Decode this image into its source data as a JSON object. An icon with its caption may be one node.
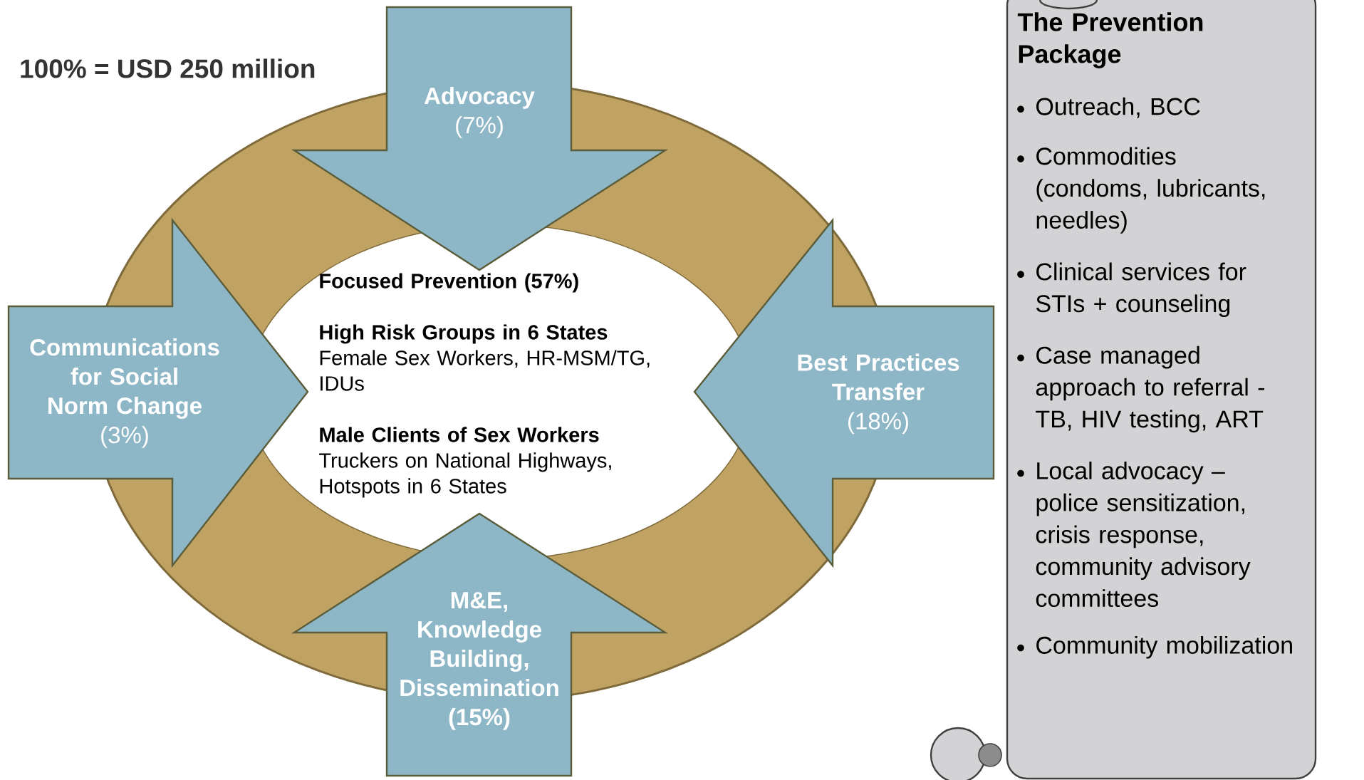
{
  "diagram": {
    "nodes": [
      {
        "text": [
          "Focused Prevention (57%)",
          "High Risk Groups in 6 States",
          "Female Sex Workers, HR-MSM/TG, IDUs",
          "Male Clients of Sex Workers",
          "Truckers on National Highways, Hotspots in 6 States"
        ]
      },
      {
        "text": [
          "Advocacy",
          "(7%)"
        ]
      },
      {
        "text": [
          "Communications for Social Norm Change",
          "(3%)"
        ]
      },
      {
        "text": [
          "Best Practices Transfer",
          "(18%)"
        ]
      },
      {
        "text": [
          "M&E, Knowledge Building, Dissemination",
          "(15%)"
        ]
      },
      {
        "text": [
          "The Prevention Package",
          "Outreach, BCC",
          "Commodities (condoms, lubricants, needles)",
          "Clinical services for STIs + counseling",
          "Case managed approach to referral - TB, HIV testing, ART",
          "Local advocacy – police sensitization, crisis response, community advisory committees",
          "Community mobilization"
        ]
      }
    ],
    "labels": [
      "100%  = USD 250 million"
    ]
  }
}
